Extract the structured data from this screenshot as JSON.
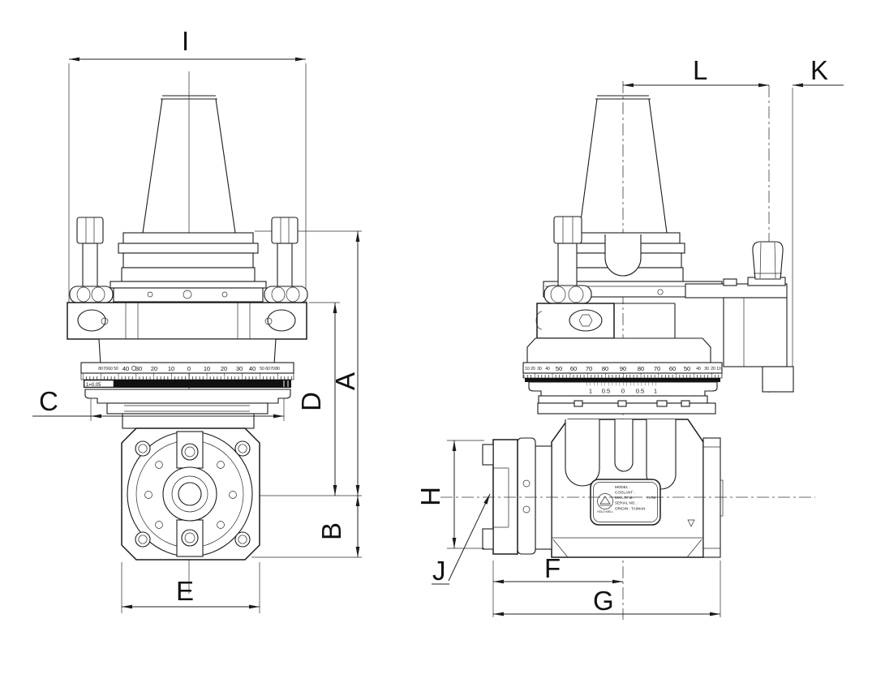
{
  "dimension_labels": {
    "I": "I",
    "A": "A",
    "B": "B",
    "C": "C",
    "D": "D",
    "E": "E",
    "F": "F",
    "G": "G",
    "H": "H",
    "J": "J",
    "K": "K",
    "L": "L"
  },
  "front_view": {
    "dial": {
      "numbers": [
        "80",
        "70",
        "60",
        "50",
        "40",
        "30",
        "20",
        "10",
        "0",
        "10",
        "20",
        "30",
        "40",
        "50",
        "60",
        "70",
        "80"
      ],
      "vernier_label": "1=0.05"
    }
  },
  "side_view": {
    "dial": {
      "numbers": [
        "10",
        "20",
        "30",
        "40",
        "50",
        "60",
        "70",
        "80",
        "90",
        "80",
        "70",
        "60",
        "50",
        "40",
        "30",
        "20",
        "10"
      ],
      "vernier": [
        "1",
        "0.5",
        "0",
        "0.5",
        "1"
      ]
    },
    "nameplate": {
      "brand": "HOLD WELL",
      "model_label": "MODEL :",
      "coolant_label": "COOLANT :",
      "max_rpm_label": "MAX.RPM :",
      "rpm_unit": "RPM",
      "serial_label": "SERIAL NO. :",
      "origin_label": "ORIGIN : TAIWAN"
    }
  },
  "colors": {
    "line": "#1b1b1b",
    "background": "#ffffff"
  }
}
